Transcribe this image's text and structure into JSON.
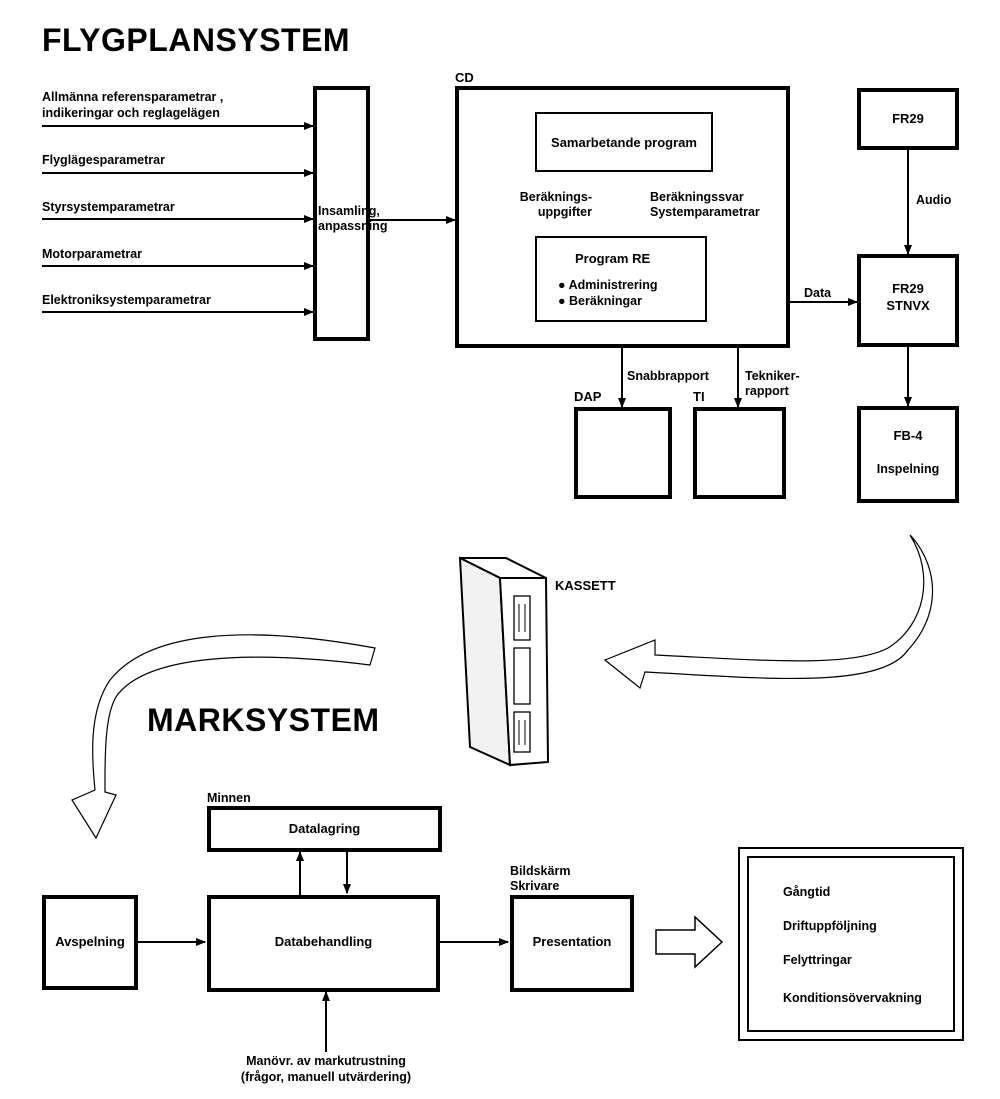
{
  "aircraft_system": {
    "title": "FLYGPLANSYSTEM",
    "inputs": [
      "Allmänna referensparametrar ,",
      "indikeringar och reglagelägen",
      "Flyglägesparametrar",
      "Styrsystemparametrar",
      "Motorparametrar",
      "Elektroniksystemparametrar"
    ],
    "collection_box": [
      "Insamling,",
      "anpassning"
    ],
    "cd_label": "CD",
    "cooperating_program": "Samarbetande program",
    "calc_tasks": [
      "Beräknings-",
      "uppgifter"
    ],
    "calc_answers": [
      "Beräkningssvar",
      "Systemparametrar"
    ],
    "program_re": {
      "title": "Program RE",
      "items": [
        "Administrering",
        "Beräkningar"
      ]
    },
    "data_label": "Data",
    "quick_report": "Snabbrapport",
    "technician_report": [
      "Tekniker-",
      "rapport"
    ],
    "dap_label": "DAP",
    "ti_label": "TI",
    "fr29": "FR29",
    "audio_label": "Audio",
    "fr29_stnvx": [
      "FR29",
      "STNVX"
    ],
    "fb4": [
      "FB-4",
      "Inspelning"
    ]
  },
  "cassette_label": "KASSETT",
  "ground_system": {
    "title": "MARKSYSTEM",
    "memory_label": "Minnen",
    "data_storage": "Datalagring",
    "playback": "Avspelning",
    "data_processing": "Databehandling",
    "display_label": [
      "Bildskärm",
      "Skrivare"
    ],
    "presentation": "Presentation",
    "operation_note": [
      "Manövr. av markutrustning",
      "(frågor, manuell utvärdering)"
    ],
    "results": [
      "Gångtid",
      "Driftuppföljning",
      "Felyttringar",
      "Konditionsövervakning"
    ]
  }
}
